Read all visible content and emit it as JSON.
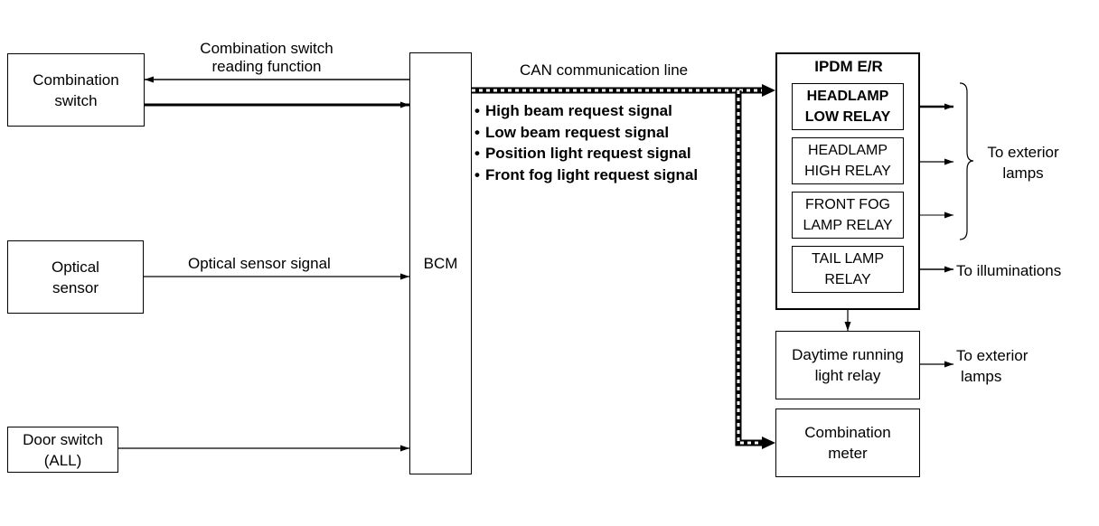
{
  "bcm": {
    "label": "BCM"
  },
  "combination_switch": {
    "label_line1": "Combination",
    "label_line2": "switch"
  },
  "combination_switch_function": {
    "line1": "Combination switch",
    "line2": "reading function"
  },
  "optical_sensor": {
    "label_line1": "Optical",
    "label_line2": "sensor"
  },
  "optical_sensor_signal": {
    "label": "Optical sensor signal"
  },
  "door_switch": {
    "label_line1": "Door switch",
    "label_line2": "(ALL)"
  },
  "can_line": {
    "label": "CAN communication line"
  },
  "signals": [
    "High beam request signal",
    "Low beam request signal",
    "Position light request signal",
    "Front fog light request signal"
  ],
  "ipdm": {
    "title": "IPDM E/R",
    "relays": [
      {
        "line1": "HEADLAMP",
        "line2": "LOW RELAY"
      },
      {
        "line1": "HEADLAMP",
        "line2": "HIGH RELAY"
      },
      {
        "line1": "FRONT FOG",
        "line2": "LAMP RELAY"
      },
      {
        "line1": "TAIL LAMP",
        "line2": "RELAY"
      }
    ]
  },
  "outputs": {
    "exterior_lamps": {
      "line1": "To exterior",
      "line2": "lamps"
    },
    "illuminations": {
      "label": "To illuminations"
    },
    "drl_exterior_lamps": {
      "line1": "To exterior",
      "line2": "lamps"
    }
  },
  "drl_relay": {
    "label_line1": "Daytime running",
    "label_line2": "light relay"
  },
  "combination_meter": {
    "label_line1": "Combination",
    "label_line2": "meter"
  }
}
